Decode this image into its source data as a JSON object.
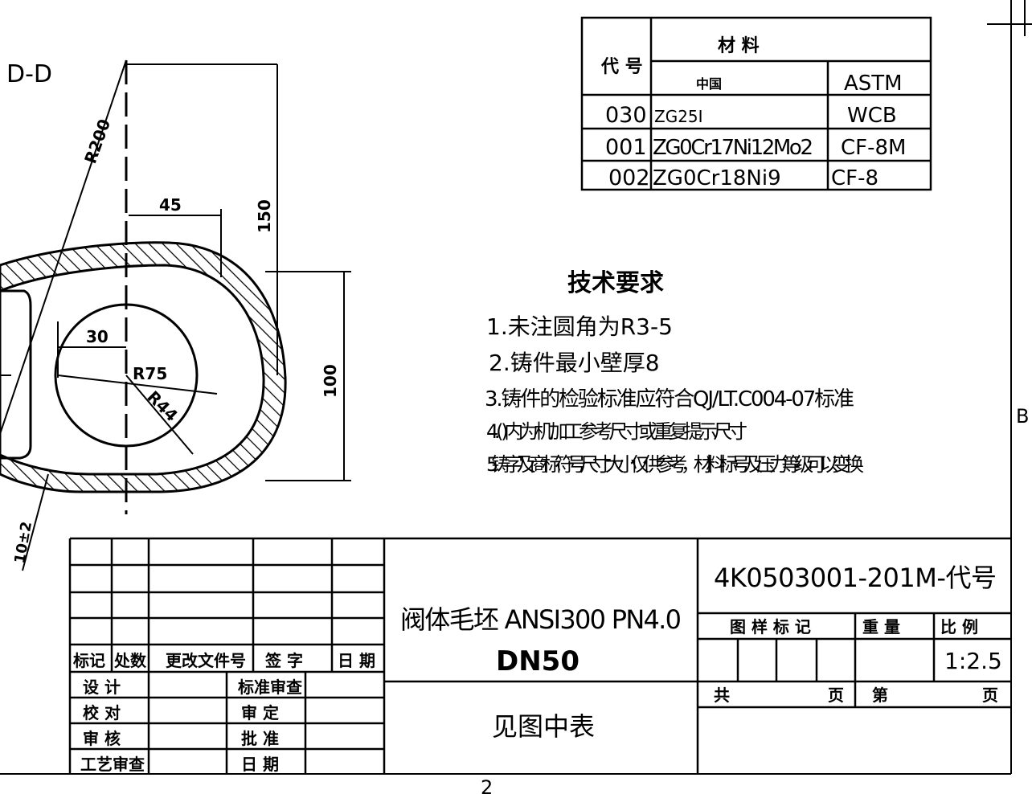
{
  "view_label": "D-D",
  "dimensions": {
    "r200": "R200",
    "d45": "45",
    "d150": "150",
    "d30": "30",
    "r75": "R75",
    "r44": "R44",
    "d100": "100",
    "d10": "10±2"
  },
  "materials_table": {
    "header_code": "代  号",
    "header_material": "材          料",
    "header_china": "中国",
    "header_astm": "ASTM",
    "rows": [
      {
        "code": "030",
        "china": "ZG25I",
        "astm": "WCB"
      },
      {
        "code": "001",
        "china": "ZG0Cr17Ni12Mo2",
        "astm": "CF-8M"
      },
      {
        "code": "002",
        "china": "ZG0Cr18Ni9",
        "astm": "CF-8"
      }
    ]
  },
  "tech_requirements": {
    "title": "技术要求",
    "items": [
      "1.未注圆角为R3-5",
      "2.铸件最小壁厚8",
      "3.铸件的检验标准应符合QJ/LT.C004-07标准",
      "4.( )内为机加工参考尺寸或重复提示尺寸",
      "5.铸字及商标符号尺寸大小仅供参考，材料标号及压力等级可以变换"
    ]
  },
  "title_block": {
    "rev_headers": [
      "标记",
      "处数",
      "更改文件号",
      "签    字",
      "日  期"
    ],
    "sign_labels_left": [
      "设    计",
      "校    对",
      "审    核",
      "工艺审查"
    ],
    "sign_labels_right": [
      "标准审查",
      "审    定",
      "批    准",
      "日    期"
    ],
    "part_name": "阀体毛坯 ANSI300 PN4.0",
    "size": "DN50",
    "material_note": "见图中表",
    "drawing_number": "4K0503001-201M-代号",
    "headers": {
      "mark": "图 样 标 记",
      "weight": "重     量",
      "scale_label": "比   例"
    },
    "scale": "1:2.5",
    "total_label": "共",
    "page_label": "页",
    "sheet_label": "第",
    "page_label2": "页"
  },
  "border": {
    "zone_letter": "B",
    "zone_number": "2"
  }
}
